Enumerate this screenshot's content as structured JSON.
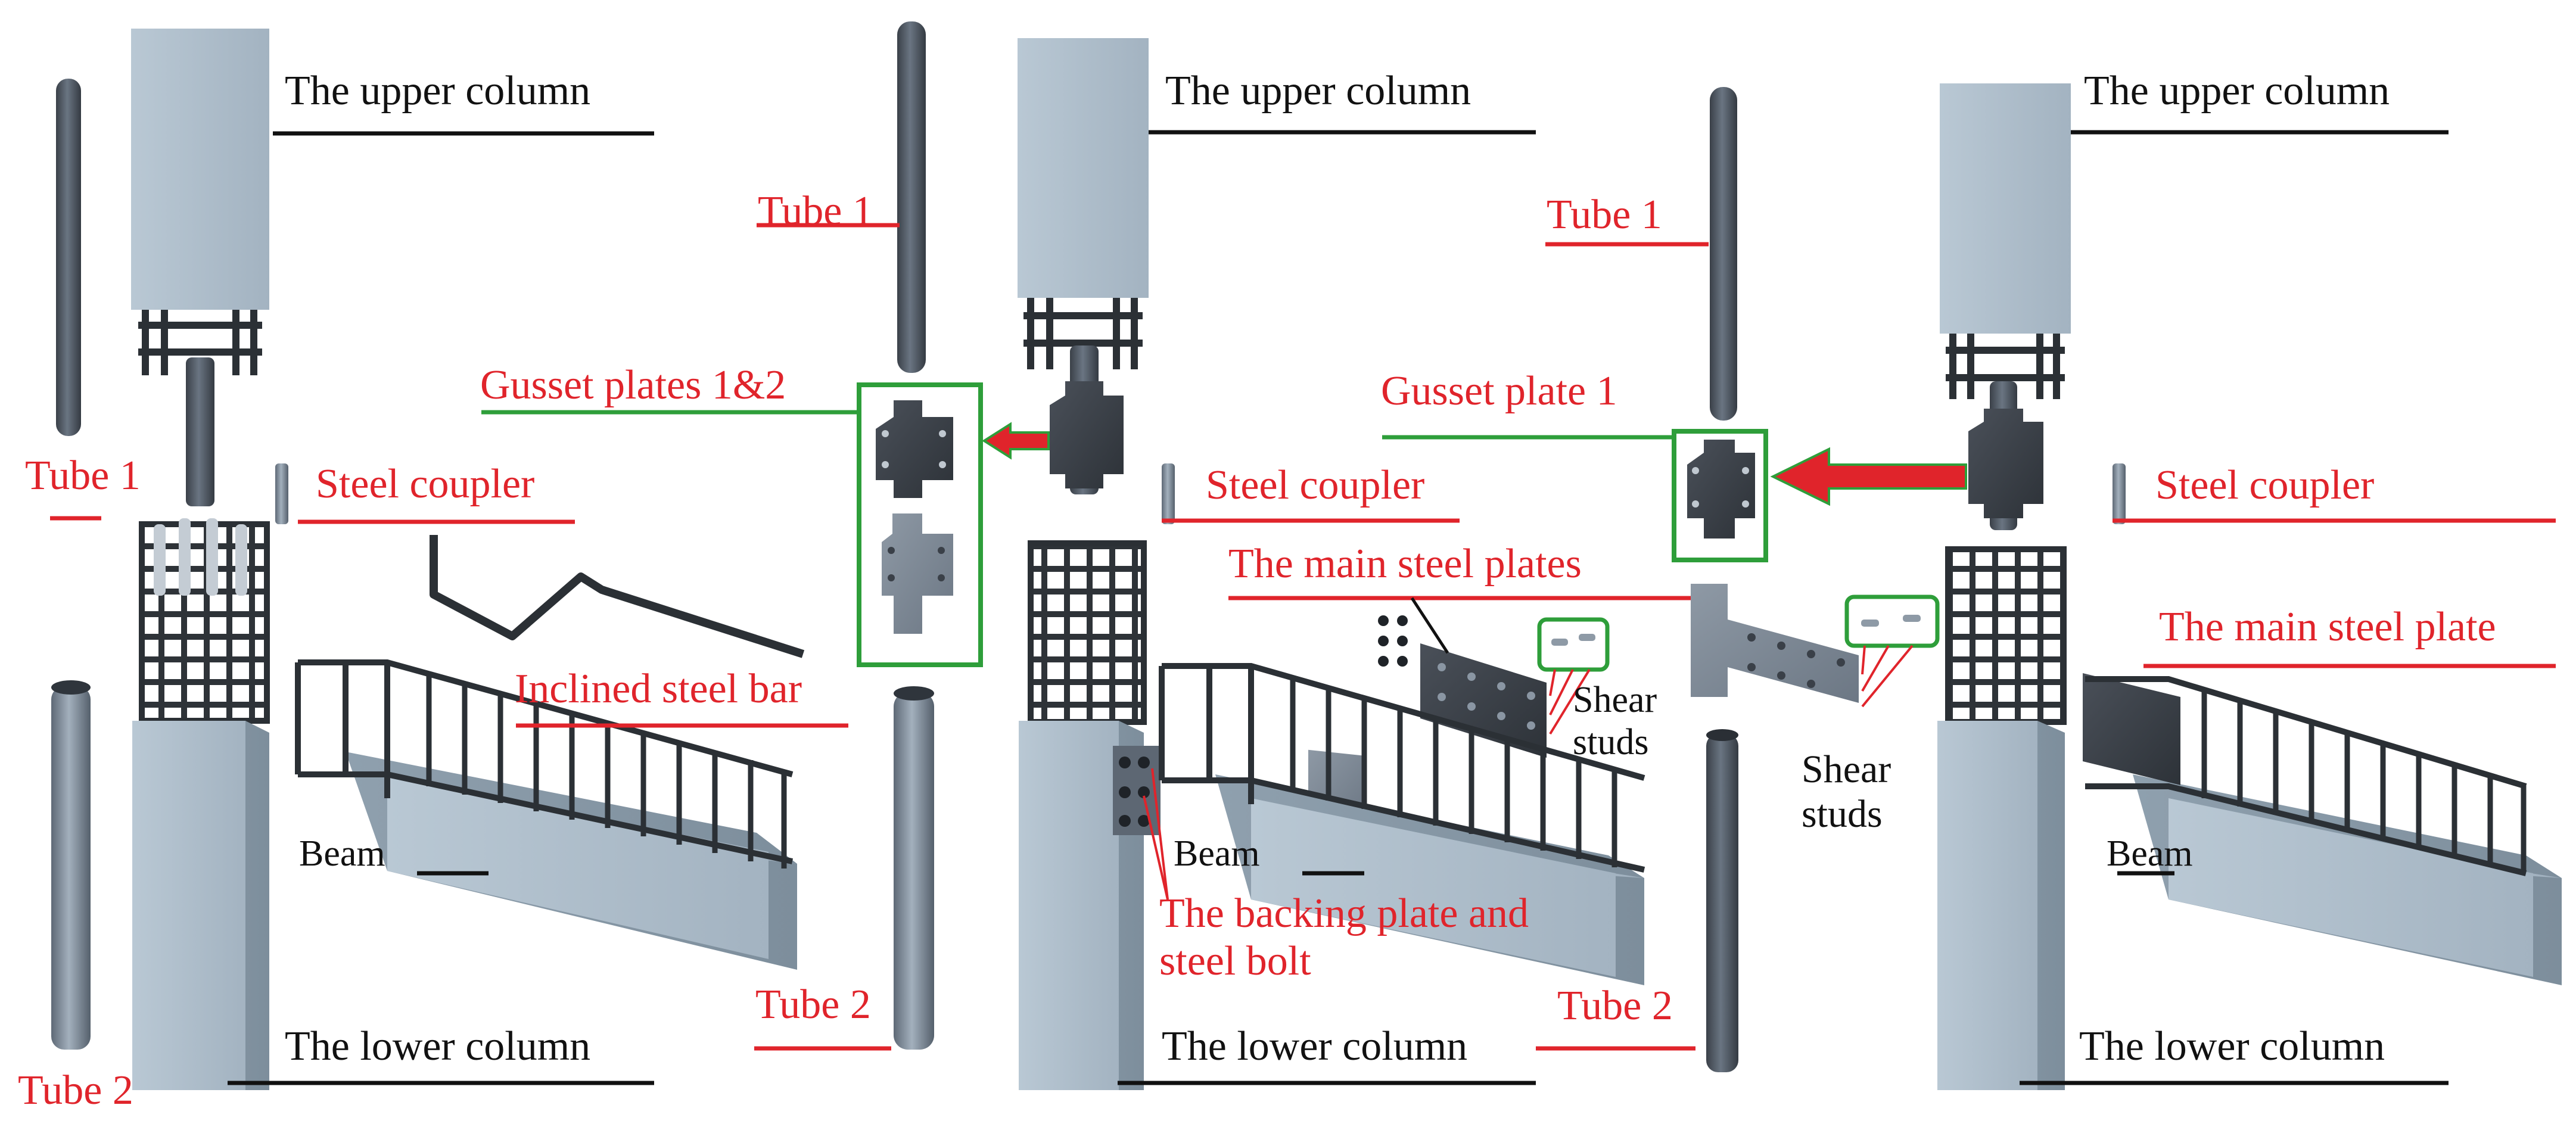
{
  "colors": {
    "label_black": "#111111",
    "label_red": "#e0242b",
    "leader_green": "#2e9e3a",
    "arrow_red": "#e0242b",
    "concrete": "#a8b8c6",
    "steel_dark": "#3c4149",
    "steel_tube": "#4f5661",
    "steel_tube_light": "#8a97a6"
  },
  "panels": [
    {
      "upper_column": "The upper column",
      "tube1": "Tube 1",
      "steel_coupler": "Steel coupler",
      "inclined_bar": "Inclined steel bar",
      "beam": "Beam",
      "lower_column": "The lower column",
      "tube2": "Tube 2"
    },
    {
      "upper_column": "The upper column",
      "tube1": "Tube 1",
      "gusset": "Gusset plates 1&2",
      "steel_coupler": "Steel coupler",
      "main_plates": "The main steel plates",
      "shear_studs": "Shear studs",
      "beam": "Beam",
      "backing_plate": "The backing plate and steel bolt",
      "lower_column": "The lower column",
      "tube2": "Tube 2"
    },
    {
      "upper_column": "The upper column",
      "tube1": "Tube 1",
      "gusset": "Gusset plate 1",
      "steel_coupler": "Steel coupler",
      "shear_studs": "Shear studs",
      "main_plate": "The main steel plate",
      "beam": "Beam",
      "lower_column": "The lower column",
      "tube2": "Tube 2"
    }
  ],
  "icons": [
    "concrete-column-icon",
    "steel-tube-icon",
    "rebar-cage-icon",
    "gusset-plate-icon",
    "steel-coupler-icon",
    "shear-stud-icon",
    "red-arrow-icon",
    "beam-icon"
  ]
}
